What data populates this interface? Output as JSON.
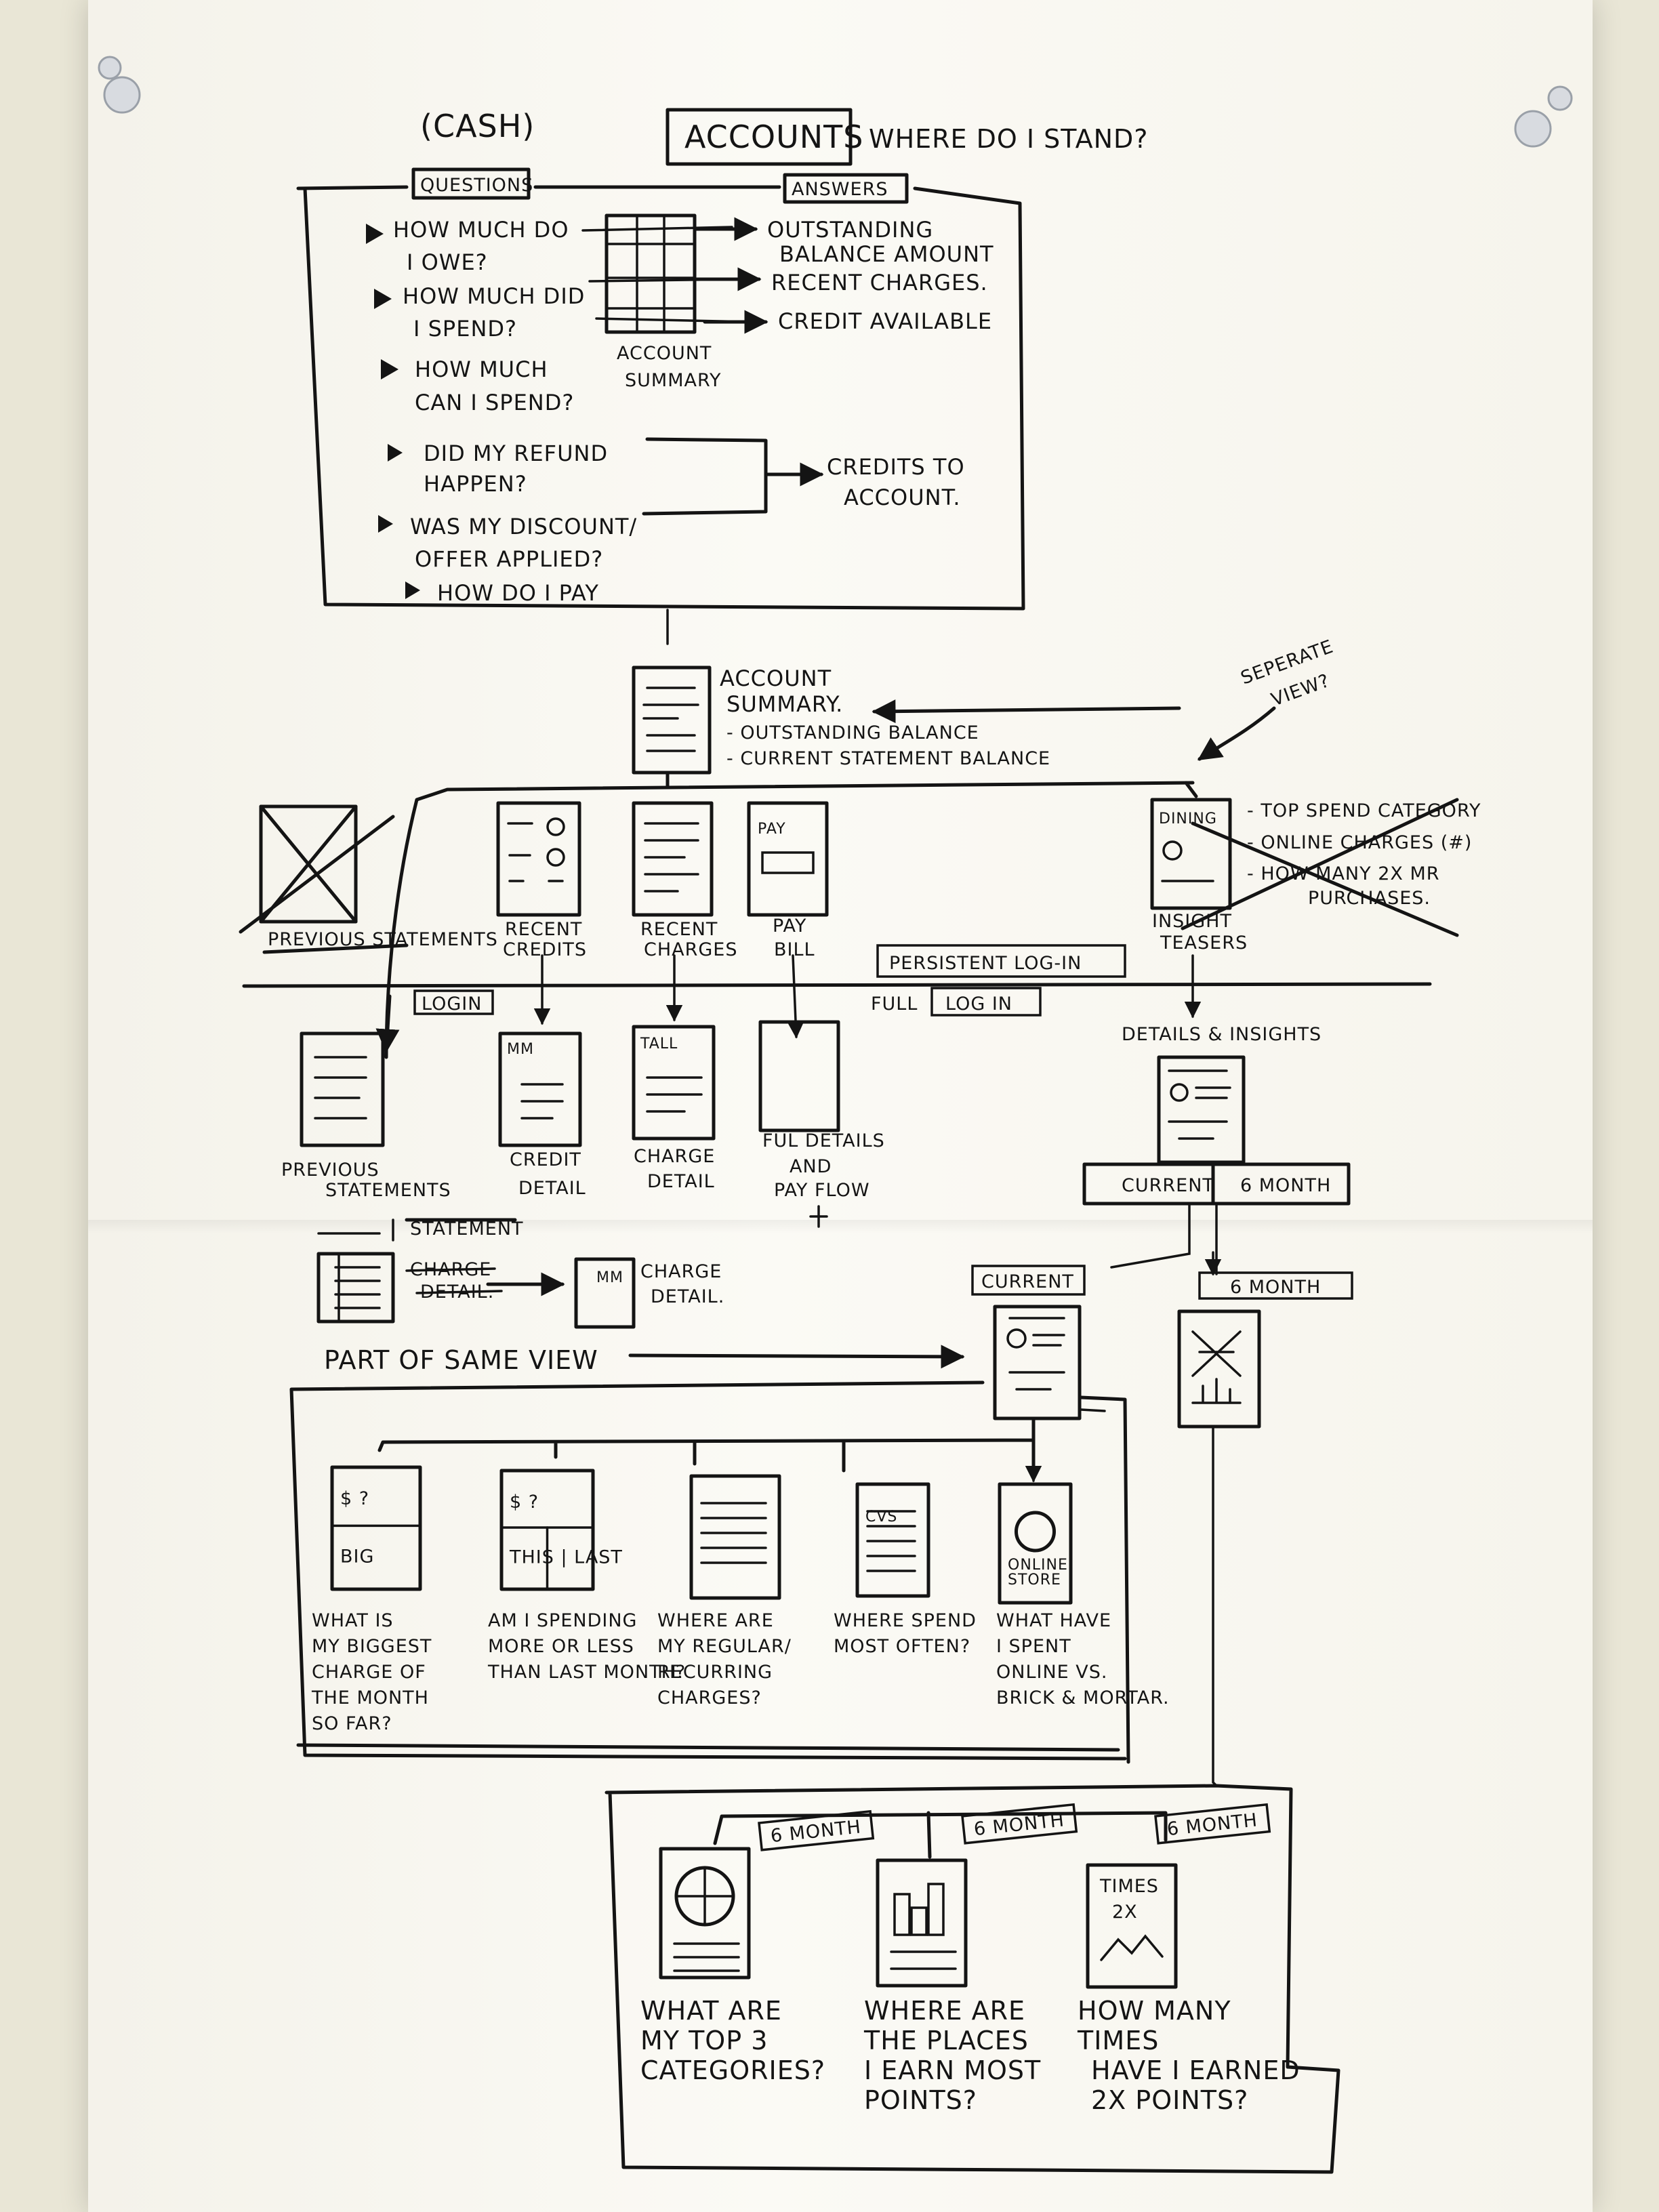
{
  "header": {
    "cash": "(CASH)",
    "title": "ACCOUNTS",
    "subtitle": "WHERE DO I STAND?"
  },
  "qa": {
    "questions_label": "QUESTIONS",
    "answers_label": "ANSWERS",
    "questions": [
      [
        "HOW MUCH DO",
        "I OWE?"
      ],
      [
        "HOW MUCH DID",
        "I SPEND?"
      ],
      [
        "HOW MUCH",
        "CAN I SPEND?"
      ],
      [
        "DID MY REFUND",
        "HAPPEN?"
      ],
      [
        "WAS MY DISCOUNT/",
        "OFFER APPLIED?"
      ],
      [
        "HOW DO I PAY"
      ]
    ],
    "sketch_label": [
      "ACCOUNT",
      "SUMMARY"
    ],
    "answers": [
      [
        "OUTSTANDING",
        "BALANCE AMOUNT"
      ],
      [
        "RECENT CHARGES."
      ],
      [
        "CREDIT AVAILABLE"
      ],
      [
        "CREDITS TO",
        "ACCOUNT."
      ]
    ]
  },
  "summary": {
    "title": [
      "ACCOUNT",
      "SUMMARY."
    ],
    "items": [
      "- OUTSTANDING BALANCE",
      "- CURRENT STATEMENT BALANCE"
    ],
    "separate_view": [
      "SEPERATE",
      "VIEW?"
    ]
  },
  "tier1": {
    "previous_statements": "PREVIOUS STATEMENTS",
    "recent_credits": [
      "RECENT",
      "CREDITS"
    ],
    "recent_charges": [
      "RECENT",
      "CHARGES"
    ],
    "pay_bill": [
      "PAY",
      "BILL"
    ],
    "insight_teasers": [
      "INSIGHT",
      "TEASERS"
    ],
    "teaser_items": [
      "- TOP SPEND CATEGORY",
      "- ONLINE CHARGES (#)",
      "- HOW MANY 2X MR",
      "PURCHASES."
    ],
    "icon_texts": [
      "PAY",
      "DINING"
    ]
  },
  "login": {
    "persistent": "PERSISTENT LOG-IN",
    "full": "FULL",
    "full_login": "LOG IN",
    "login": "LOGIN"
  },
  "tier2": {
    "previous_statements": [
      "PREVIOUS",
      "STATEMENTS"
    ],
    "credit_detail": [
      "CREDIT",
      "DETAIL"
    ],
    "charge_detail": [
      "CHARGE",
      "DETAIL"
    ],
    "full_details": [
      "FUL DETAILS",
      "AND",
      "PAY FLOW"
    ],
    "details_insights": "DETAILS & INSIGHTS",
    "tabs": [
      "CURRENT",
      "6 MONTH"
    ],
    "icon_texts": [
      "MM",
      "TALL"
    ]
  },
  "lower": {
    "statement": "STATEMENT",
    "charge_struck": "CHARGE",
    "detail_struck": "DETAIL.",
    "charge_detail": [
      "CHARGE",
      "DETAIL."
    ],
    "part_of_same_view": "PART OF SAME VIEW",
    "current": "CURRENT",
    "six_month": "6 MONTH"
  },
  "current_cards": [
    {
      "icon": [
        "$ ?",
        "BIG"
      ],
      "label": [
        "WHAT IS",
        "MY BIGGEST",
        "CHARGE OF",
        "THE MONTH",
        "SO FAR?"
      ]
    },
    {
      "icon": [
        "$ ?",
        "THIS | LAST"
      ],
      "label": [
        "AM I SPENDING",
        "MORE OR LESS",
        "THAN LAST MONTH?"
      ]
    },
    {
      "icon": [],
      "label": [
        "WHERE ARE",
        "MY REGULAR/",
        "RECURRING",
        "CHARGES?"
      ]
    },
    {
      "icon": [
        "CVS"
      ],
      "label": [
        "WHERE SPEND",
        "MOST OFTEN?"
      ]
    },
    {
      "icon": [
        "ONLINE",
        "STORE"
      ],
      "label": [
        "WHAT HAVE",
        "I SPENT",
        "ONLINE VS.",
        "BRICK & MORTAR."
      ]
    }
  ],
  "six_month_cards": [
    {
      "tag": "6 MONTH",
      "label": [
        "WHAT ARE",
        "MY TOP 3",
        "CATEGORIES?"
      ]
    },
    {
      "tag": "6 MONTH",
      "label": [
        "WHERE ARE",
        "THE PLACES",
        "I EARN MOST",
        "POINTS?"
      ]
    },
    {
      "tag": "6 MONTH",
      "icon": [
        "TIMES",
        "2X"
      ],
      "label": [
        "HOW MANY",
        "TIMES",
        "HAVE I EARNED",
        "2X POINTS?"
      ]
    }
  ],
  "colors": {
    "ink": "#141414",
    "paper": "#f8f7f1",
    "wall": "#e9e6d6"
  }
}
